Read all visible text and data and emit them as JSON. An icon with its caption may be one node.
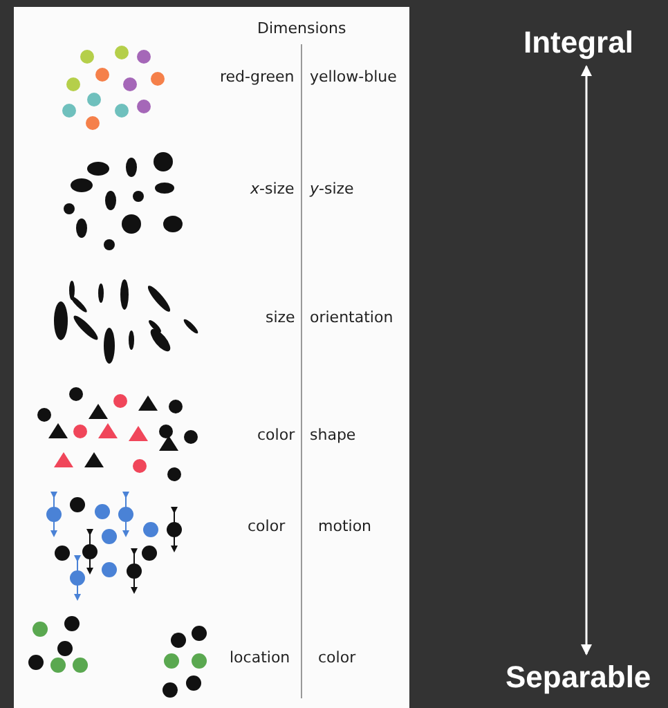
{
  "diagram": {
    "nodes": [
      {
        "text": [
          "Integral"
        ]
      },
      {
        "text": [
          "Separable"
        ]
      }
    ],
    "edges": [
      {
        "from": 0,
        "to": 1,
        "arrow": "both"
      }
    ],
    "labels": [
      "Dimensions",
      "red-green",
      "yellow-blue",
      "*x*-size",
      "*y*-size",
      "size",
      "orientation",
      "color",
      "shape",
      "color",
      "motion",
      "location",
      "color"
    ]
  }
}
